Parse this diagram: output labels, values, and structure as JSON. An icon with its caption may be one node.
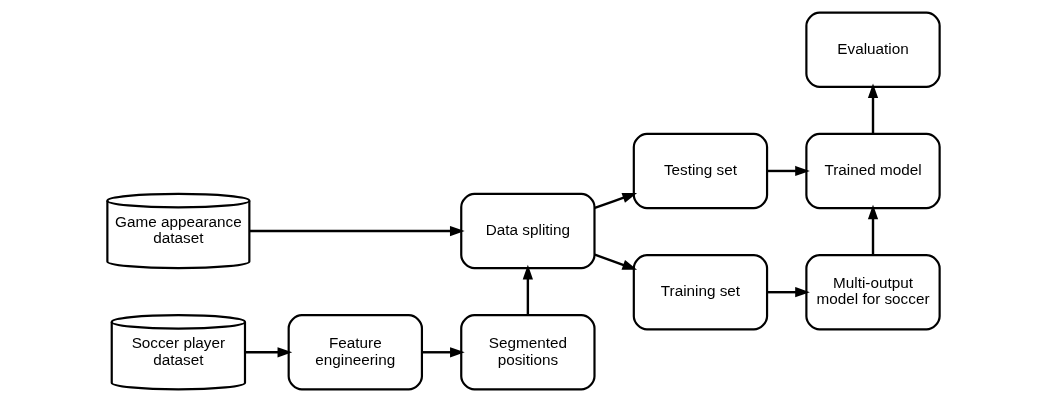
{
  "diagram": {
    "nodes": [
      {
        "text": [
          "Evaluation"
        ]
      },
      {
        "text": [
          "Soccer player dataset"
        ]
      },
      {
        "text": [
          "Feature engineering"
        ]
      },
      {
        "text": [
          "Segmented positions"
        ]
      },
      {
        "text": [
          "Testing set"
        ]
      },
      {
        "text": [
          "Trained model"
        ]
      },
      {
        "text": [
          "Game appearance dataset"
        ]
      },
      {
        "text": [
          "Data spliting"
        ]
      },
      {
        "text": [
          "Training set"
        ]
      },
      {
        "text": [
          "Multi-output model for soccer"
        ]
      }
    ],
    "edges": [
      {
        "from": 1,
        "to": 2,
        "arrow": "to"
      },
      {
        "from": 2,
        "to": 3,
        "arrow": "to"
      },
      {
        "from": 3,
        "to": 7,
        "arrow": "to"
      },
      {
        "from": 6,
        "to": 7,
        "arrow": "to"
      },
      {
        "from": 7,
        "to": 4,
        "arrow": "to"
      },
      {
        "from": 7,
        "to": 8,
        "arrow": "to"
      },
      {
        "from": 4,
        "to": 5,
        "arrow": "to"
      },
      {
        "from": 8,
        "to": 9,
        "arrow": "to"
      },
      {
        "from": 9,
        "to": 5,
        "arrow": "to"
      },
      {
        "from": 5,
        "to": 0,
        "arrow": "to"
      }
    ]
  }
}
